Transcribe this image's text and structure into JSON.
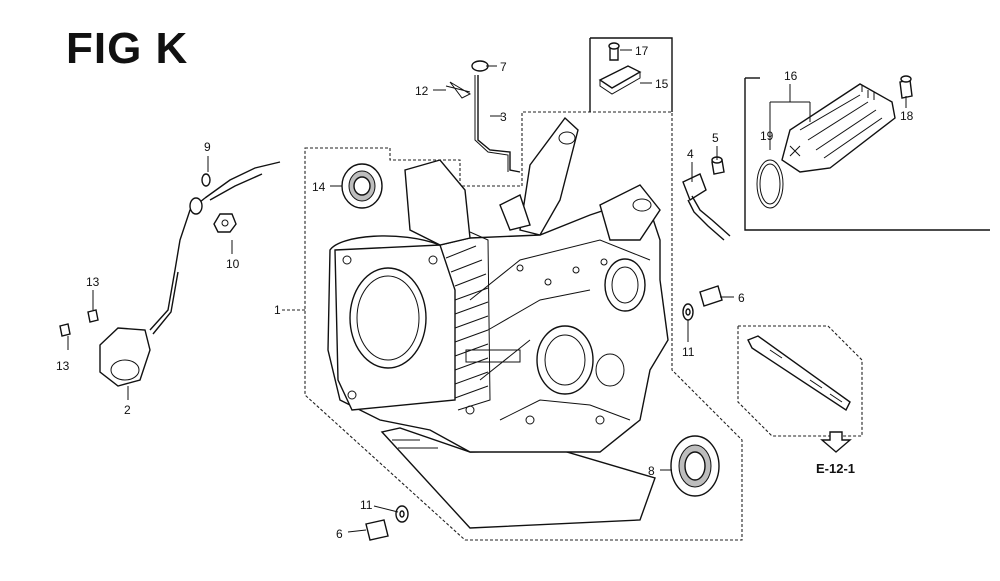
{
  "figure": {
    "title": "FIG K",
    "reference": "E-12-1"
  },
  "callouts": {
    "c1": "1",
    "c2": "2",
    "c3": "3",
    "c4": "4",
    "c5": "5",
    "c6a": "6",
    "c6b": "6",
    "c7": "7",
    "c8": "8",
    "c9": "9",
    "c10": "10",
    "c11a": "11",
    "c11b": "11",
    "c12": "12",
    "c13a": "13",
    "c13b": "13",
    "c14": "14",
    "c15": "15",
    "c16": "16",
    "c17": "17",
    "c18": "18",
    "c19": "19"
  }
}
